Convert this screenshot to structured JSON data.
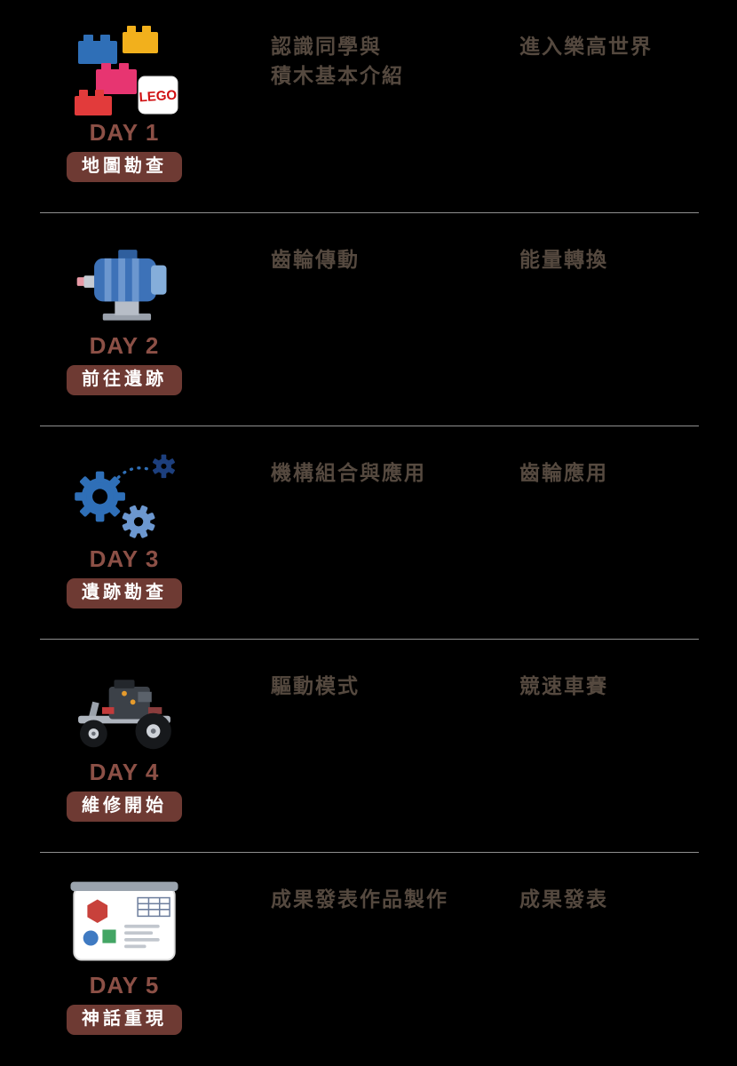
{
  "colors": {
    "topic_text": "#55493f",
    "day_text": "#8c5046",
    "badge_bg": "#6e3a33",
    "badge_text": "#ffffff",
    "divider": "#8f8f8f",
    "page_bg": "#000000"
  },
  "icons": {
    "row1": "lego-bricks-icon",
    "row1_logo_text": "LEGO",
    "row2": "motor-icon",
    "row3": "gears-icon",
    "row4": "lego-vehicle-icon",
    "row5": "presentation-board-icon"
  },
  "rows": [
    {
      "day": "DAY 1",
      "badge": "地圖勘查",
      "topic_lines": [
        "認識同學與",
        "積木基本介紹"
      ],
      "highlight": "進入樂高世界"
    },
    {
      "day": "DAY 2",
      "badge": "前往遺跡",
      "topic_lines": [
        "齒輪傳動"
      ],
      "highlight": "能量轉換"
    },
    {
      "day": "DAY 3",
      "badge": "遺跡勘查",
      "topic_lines": [
        "機構組合與應用"
      ],
      "highlight": "齒輪應用"
    },
    {
      "day": "DAY 4",
      "badge": "維修開始",
      "topic_lines": [
        "驅動模式"
      ],
      "highlight": "競速車賽"
    },
    {
      "day": "DAY 5",
      "badge": "神話重現",
      "topic_lines": [
        "成果發表作品製作"
      ],
      "highlight": "成果發表"
    }
  ]
}
